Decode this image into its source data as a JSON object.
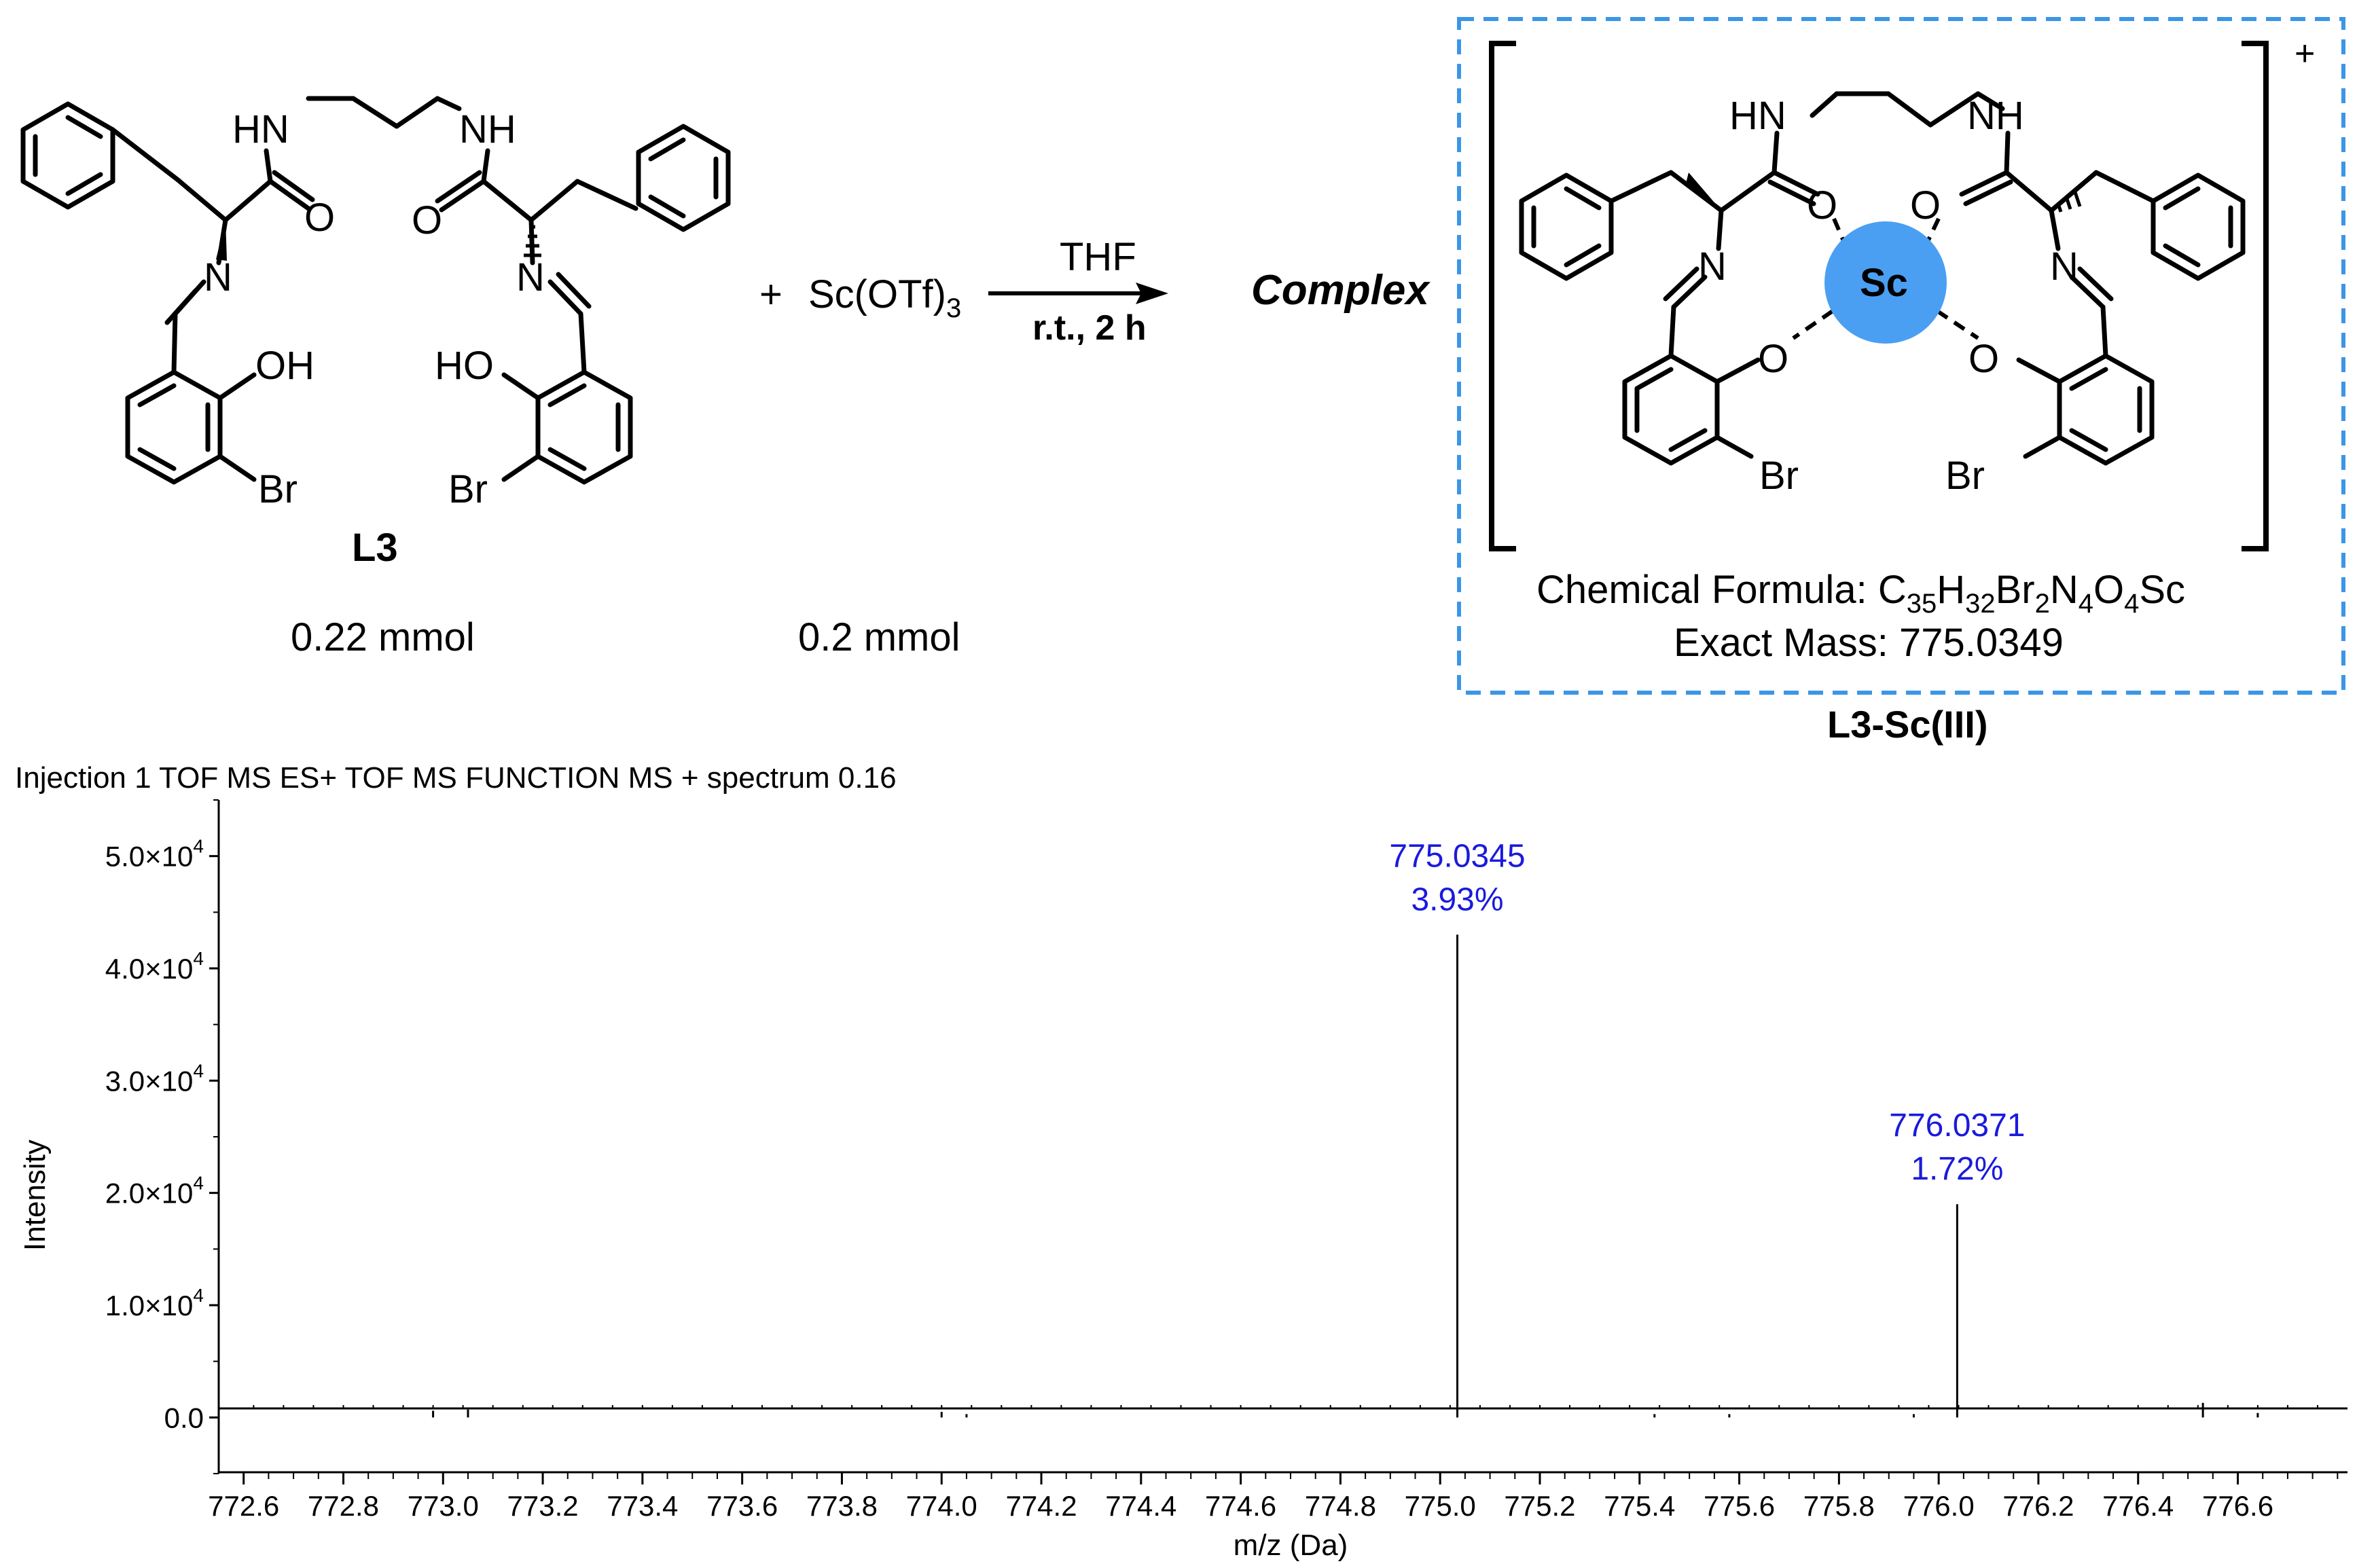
{
  "scheme": {
    "ligand_label": "L3",
    "ligand_amount": "0.22 mmol",
    "plus": "+",
    "reagent_text": "Sc(OTf)",
    "reagent_sub": "3",
    "reagent_amount": "0.2 mmol",
    "solvent": "THF",
    "conditions": "r.t., 2 h",
    "product_word": "Complex",
    "complex_label": "L3-Sc(III)",
    "charge": "+",
    "formula_label": "Chemical Formula:",
    "formula": {
      "C": "C",
      "C_n": "35",
      "H": "H",
      "H_n": "32",
      "Br": "Br",
      "Br_n": "2",
      "N": "N",
      "N_n": "4",
      "O": "O",
      "O_n": "4",
      "Sc": "Sc"
    },
    "exact_mass": "Exact Mass: 775.0349",
    "atoms": {
      "HN": "HN",
      "NH": "NH",
      "HO": "HO",
      "OH": "OH",
      "O": "O",
      "N": "N",
      "Br": "Br",
      "Sc": "Sc"
    }
  },
  "chart_data": {
    "type": "bar",
    "title": "Injection 1 TOF MS ES+ TOF MS FUNCTION MS + spectrum 0.16",
    "xlabel": "m/z (Da)",
    "ylabel": "Intensity",
    "xlim": [
      772.55,
      776.82
    ],
    "ylim": [
      -5000,
      55000
    ],
    "x_ticks": [
      "772.6",
      "772.8",
      "773.0",
      "773.2",
      "773.4",
      "773.6",
      "773.8",
      "774.0",
      "774.2",
      "774.4",
      "774.6",
      "774.8",
      "775.0",
      "775.2",
      "775.4",
      "775.6",
      "775.8",
      "776.0",
      "776.2",
      "776.4",
      "776.6"
    ],
    "y_ticks": [
      {
        "value": 0,
        "label": "0.0"
      },
      {
        "value": 10000,
        "label": "1.0×10",
        "exp": "4"
      },
      {
        "value": 20000,
        "label": "2.0×10",
        "exp": "4"
      },
      {
        "value": 30000,
        "label": "3.0×10",
        "exp": "4"
      },
      {
        "value": 40000,
        "label": "4.0×10",
        "exp": "4"
      },
      {
        "value": 50000,
        "label": "5.0×10",
        "exp": "4"
      }
    ],
    "peaks": [
      {
        "mz": 775.0345,
        "intensity": 43000,
        "label": "775.0345",
        "pct": "3.93%"
      },
      {
        "mz": 776.0371,
        "intensity": 19000,
        "label": "776.0371",
        "pct": "1.72%"
      }
    ],
    "noise": [
      {
        "mz": 772.98,
        "intensity": 600
      },
      {
        "mz": 773.05,
        "intensity": 700
      },
      {
        "mz": 774.0,
        "intensity": 500
      },
      {
        "mz": 774.05,
        "intensity": 300
      },
      {
        "mz": 775.43,
        "intensity": 300
      },
      {
        "mz": 775.58,
        "intensity": 300
      },
      {
        "mz": 775.95,
        "intensity": 300
      },
      {
        "mz": 776.53,
        "intensity": 1300
      },
      {
        "mz": 776.64,
        "intensity": 400
      }
    ],
    "colors": {
      "label": "#1a1adc",
      "axis": "#000000",
      "box": "#3c96e6",
      "sc_circle": "#4a9ff2"
    }
  }
}
